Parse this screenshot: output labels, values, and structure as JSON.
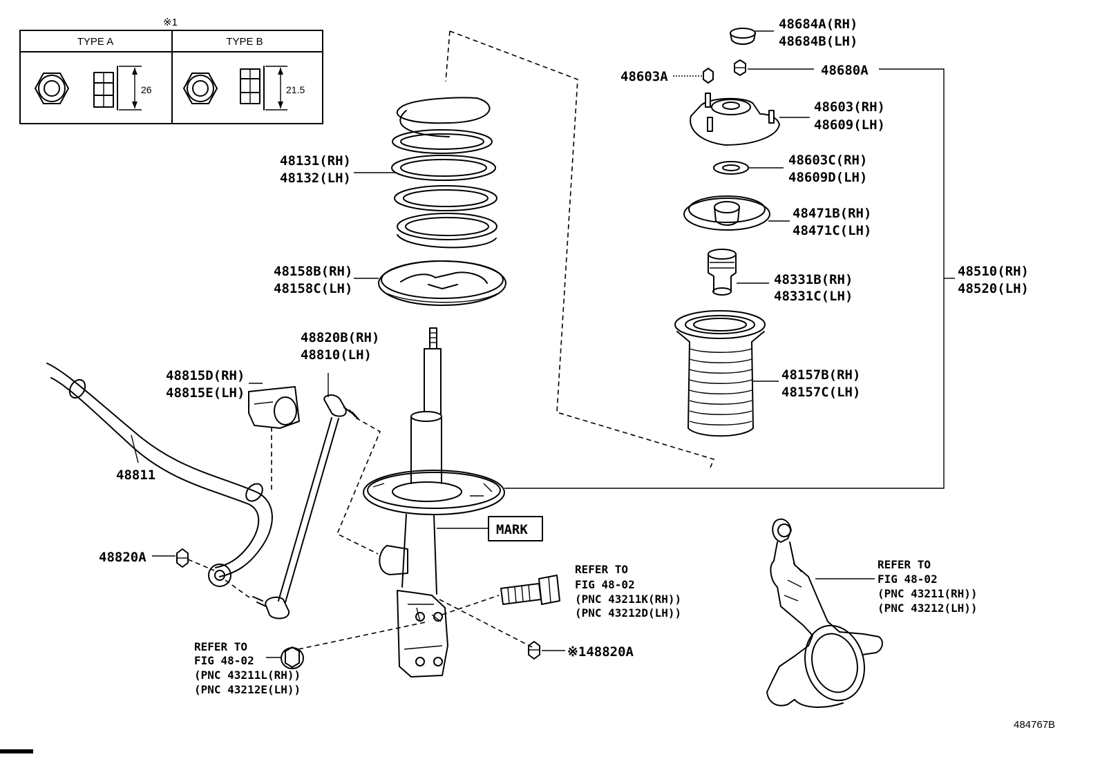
{
  "diagram_id": "484767B",
  "inset": {
    "marker": "※1",
    "type_a": {
      "title": "TYPE A",
      "dimension": "26"
    },
    "type_b": {
      "title": "TYPE B",
      "dimension": "21.5"
    }
  },
  "parts": {
    "p48684": {
      "rh": "48684A(RH)",
      "lh": "48684B(LH)"
    },
    "p48603a": "48603A",
    "p48680a": "48680A",
    "p48603": {
      "rh": "48603(RH)",
      "lh": "48609(LH)"
    },
    "p48603c": {
      "rh": "48603C(RH)",
      "lh": "48609D(LH)"
    },
    "p48471": {
      "rh": "48471B(RH)",
      "lh": "48471C(LH)"
    },
    "p48331": {
      "rh": "48331B(RH)",
      "lh": "48331C(LH)"
    },
    "p48510": {
      "rh": "48510(RH)",
      "lh": "48520(LH)"
    },
    "p48157": {
      "rh": "48157B(RH)",
      "lh": "48157C(LH)"
    },
    "p48131": {
      "rh": "48131(RH)",
      "lh": "48132(LH)"
    },
    "p48158": {
      "rh": "48158B(RH)",
      "lh": "48158C(LH)"
    },
    "p48820b": {
      "rh": "48820B(RH)",
      "lh": "48810(LH)"
    },
    "p48815": {
      "rh": "48815D(RH)",
      "lh": "48815E(LH)"
    },
    "p48811": "48811",
    "p48820a_left": "48820A",
    "p48820a_right": "※148820A",
    "mark": "MARK"
  },
  "refers": {
    "bolt": {
      "line1": "REFER TO",
      "line2": "FIG 48-02",
      "line3": "(PNC 43211K(RH))",
      "line4": "(PNC 43212D(LH))"
    },
    "nut": {
      "line1": "REFER TO",
      "line2": "FIG 48-02",
      "line3": "(PNC 43211L(RH))",
      "line4": "(PNC 43212E(LH))"
    },
    "knuckle": {
      "line1": "REFER TO",
      "line2": "FIG 48-02",
      "line3": "(PNC 43211(RH))",
      "line4": "(PNC 43212(LH))"
    }
  }
}
